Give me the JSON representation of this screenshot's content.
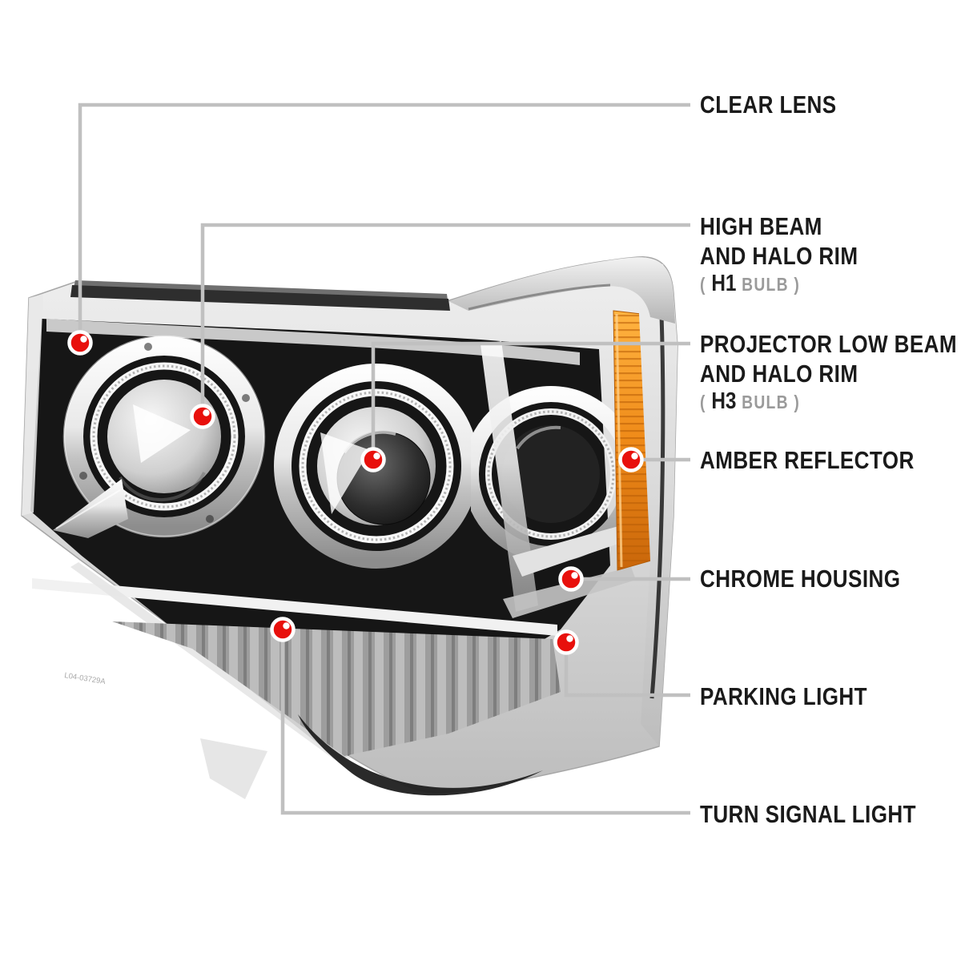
{
  "callouts": [
    {
      "id": "clear-lens",
      "lines": [
        "CLEAR LENS"
      ]
    },
    {
      "id": "high-beam-and-halo-rim",
      "lines": [
        "HIGH BEAM",
        "AND HALO RIM"
      ],
      "bulb_open": "( ",
      "bulb_code": "H1",
      "bulb_rest": " BULB )"
    },
    {
      "id": "projector-low-beam-and-halo-rim",
      "lines": [
        "PROJECTOR LOW BEAM",
        "AND HALO RIM"
      ],
      "bulb_open": "( ",
      "bulb_code": "H3",
      "bulb_rest": " BULB )"
    },
    {
      "id": "amber-reflector",
      "lines": [
        "AMBER REFLECTOR"
      ]
    },
    {
      "id": "chrome-housing",
      "lines": [
        "CHROME HOUSING"
      ]
    },
    {
      "id": "parking-light",
      "lines": [
        "PARKING LIGHT"
      ]
    },
    {
      "id": "turn-signal-light",
      "lines": [
        "TURN SIGNAL LIGHT"
      ]
    }
  ],
  "lens_part_number": "L04-03729A",
  "colors": {
    "marker_red": "#e8100c",
    "marker_border": "#ffffff",
    "leader_line": "#c0c0c0",
    "label_text": "#1a1a1a",
    "label_muted": "#9a9a9a",
    "amber": "#ef8a18"
  }
}
